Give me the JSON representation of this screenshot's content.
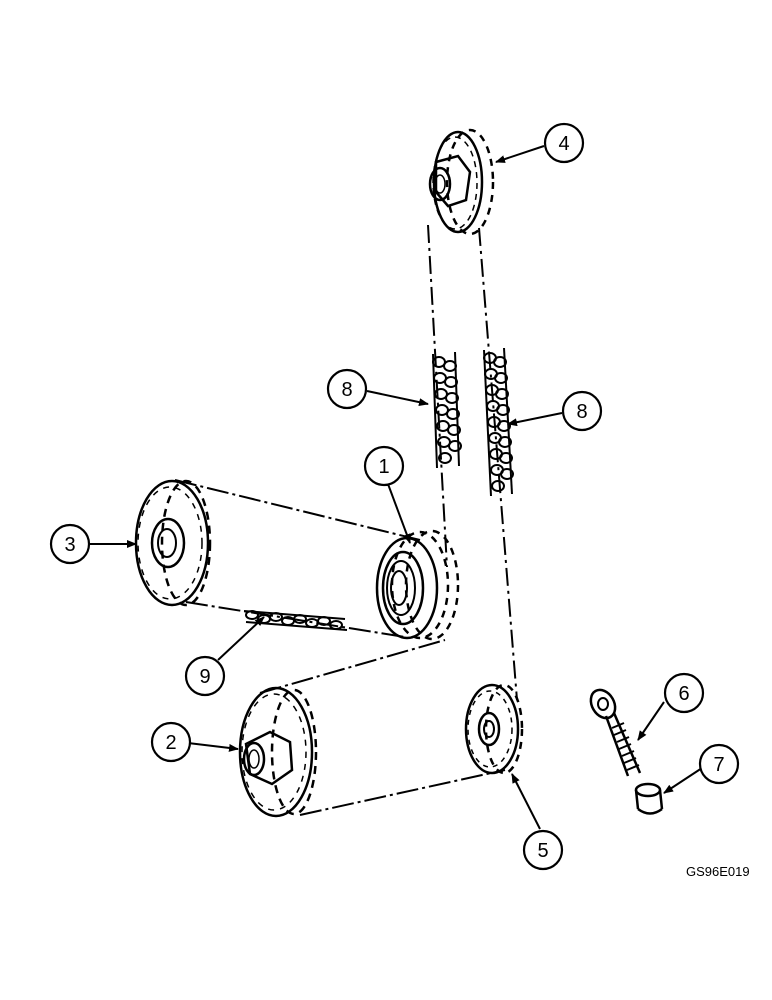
{
  "callouts": {
    "c1": "1",
    "c2": "2",
    "c3": "3",
    "c4": "4",
    "c5": "5",
    "c6": "6",
    "c7": "7",
    "c8a": "8",
    "c8b": "8",
    "c9": "9"
  },
  "figure_code": "GS96E019"
}
